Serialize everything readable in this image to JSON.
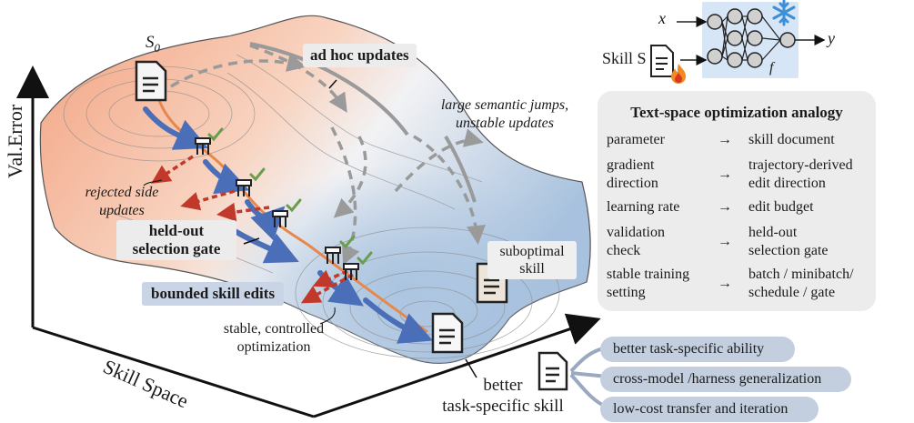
{
  "axes": {
    "y_label": "Val.Error",
    "x_label": "Skill Space"
  },
  "start_label": {
    "symbol": "S",
    "subscript": "0"
  },
  "annotations": {
    "ad_hoc": "ad hoc updates",
    "large_jumps_line1": "large semantic jumps,",
    "large_jumps_line2": "unstable updates",
    "rejected_line1": "rejected side",
    "rejected_line2": "updates",
    "gate_line1": "held-out",
    "gate_line2": "selection gate",
    "bounded": "bounded skill edits",
    "stable_line1": "stable, controlled",
    "stable_line2": "optimization",
    "suboptimal_line1": "suboptimal",
    "suboptimal_line2": "skill",
    "better_line1": "better",
    "better_line2": "task-specific skill"
  },
  "network": {
    "input_x": "x",
    "skill": "Skill S",
    "output_y": "y",
    "func": "f"
  },
  "analogy": {
    "title": "Text-space optimization analogy",
    "arrow": "→",
    "rows": [
      {
        "lines": [
          "parameter"
        ],
        "value": [
          "skill document"
        ]
      },
      {
        "lines": [
          "gradient",
          "direction"
        ],
        "value": [
          "trajectory-derived",
          "edit direction"
        ]
      },
      {
        "lines": [
          "learning rate"
        ],
        "value": [
          "edit budget"
        ]
      },
      {
        "lines": [
          "validation",
          "check"
        ],
        "value": [
          "held-out",
          "selection gate"
        ]
      },
      {
        "lines": [
          "stable training",
          "setting"
        ],
        "value": [
          "batch / minibatch/",
          "schedule / gate"
        ]
      }
    ]
  },
  "benefits": [
    "better task-specific ability",
    "cross-model /harness generalization",
    "low-cost transfer and iteration"
  ],
  "colors": {
    "surface_warm": "#f1a583",
    "surface_cool": "#a9c3df",
    "path_blue": "#4a6fb8",
    "path_orange": "#e8874a",
    "reject_red": "#c0392b",
    "dash_gray": "#9a9a9a",
    "check_green": "#6a9e4f",
    "panel_gray": "#ececec",
    "pill_blue": "#c3cfdf",
    "nn_bg": "#d6e6f7"
  }
}
